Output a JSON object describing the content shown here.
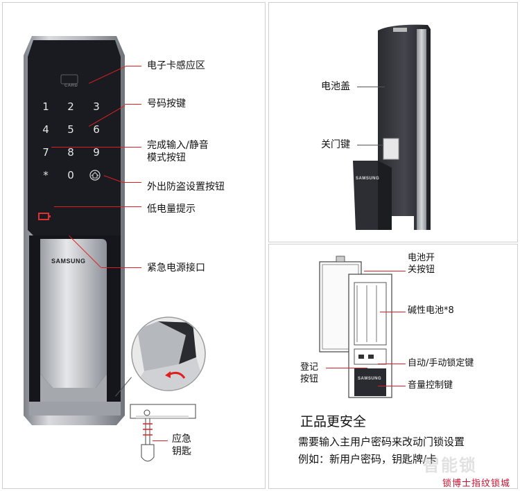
{
  "left_panel": {
    "callouts": [
      "电子卡感应区",
      "号码按键",
      "完成输入/静音",
      "模式按钮",
      "外出防盗设置按钮",
      "低电量提示",
      "紧急电源接口"
    ],
    "keypad": [
      "1",
      "2",
      "3",
      "4",
      "5",
      "6",
      "7",
      "8",
      "9",
      "*",
      "0"
    ],
    "card_label": "CARD",
    "brand": "SAMSUNG",
    "key_callout": [
      "应急",
      "钥匙"
    ]
  },
  "top_right_panel": {
    "callouts": [
      "电池盖",
      "关门键"
    ],
    "brand": "SAMSUNG"
  },
  "bottom_right_panel": {
    "callouts": [
      "电池开",
      "关按钮",
      "碱性电池*8",
      "登记",
      "按钮",
      "自动/手动锁定键",
      "音量控制键"
    ],
    "brand": "SAMSUNG"
  },
  "promo": {
    "title": "正品更安全",
    "line1": "需要输入主用户密码来改动门锁设置",
    "line2": "例如：新用户密码，钥匙牌/卡"
  },
  "watermark": {
    "text": "锁博士指纹锁城",
    "ghost": "智能锁"
  },
  "colors": {
    "accent": "#e02020",
    "body_dark": "#1a1b20",
    "body_silver": "#b9bcc1",
    "low_battery": "#e03030"
  }
}
